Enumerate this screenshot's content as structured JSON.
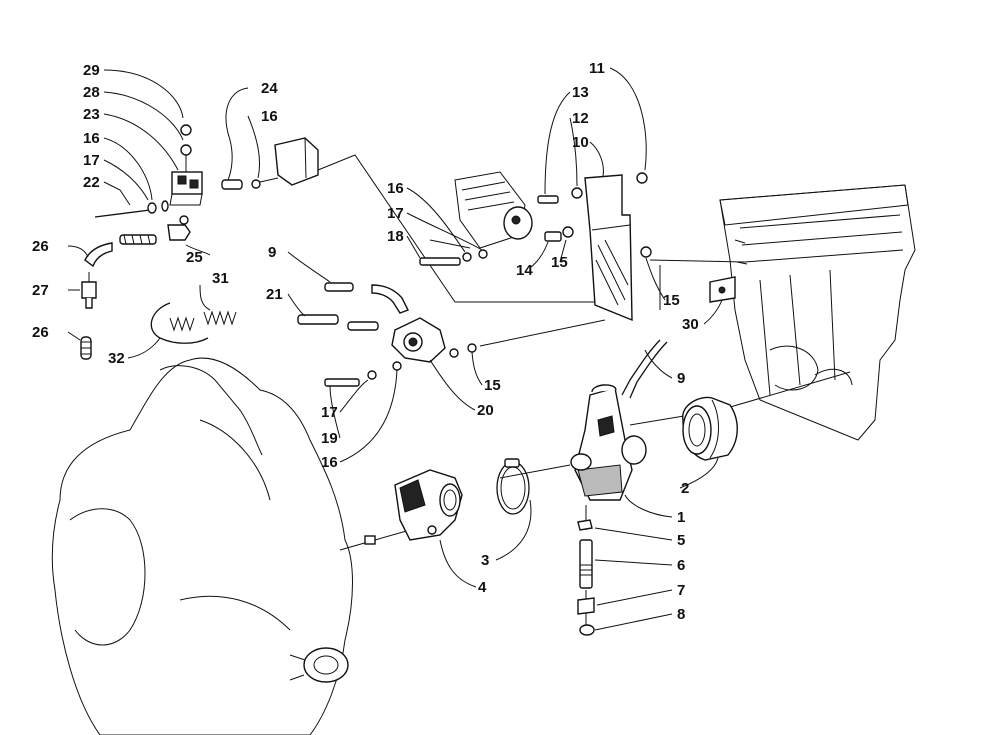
{
  "diagram": {
    "callouts": [
      {
        "id": "c29",
        "text": "29"
      },
      {
        "id": "c28",
        "text": "28"
      },
      {
        "id": "c23",
        "text": "23"
      },
      {
        "id": "c16a",
        "text": "16"
      },
      {
        "id": "c17a",
        "text": "17"
      },
      {
        "id": "c22",
        "text": "22"
      },
      {
        "id": "c24",
        "text": "24"
      },
      {
        "id": "c16b",
        "text": "16"
      },
      {
        "id": "c26a",
        "text": "26"
      },
      {
        "id": "c25",
        "text": "25"
      },
      {
        "id": "c27",
        "text": "27"
      },
      {
        "id": "c31",
        "text": "31"
      },
      {
        "id": "c26b",
        "text": "26"
      },
      {
        "id": "c32",
        "text": "32"
      },
      {
        "id": "c9a",
        "text": "9"
      },
      {
        "id": "c21",
        "text": "21"
      },
      {
        "id": "c16c",
        "text": "16"
      },
      {
        "id": "c17b",
        "text": "17"
      },
      {
        "id": "c18",
        "text": "18"
      },
      {
        "id": "c14",
        "text": "14"
      },
      {
        "id": "c15a",
        "text": "15"
      },
      {
        "id": "c11",
        "text": "11"
      },
      {
        "id": "c13",
        "text": "13"
      },
      {
        "id": "c12",
        "text": "12"
      },
      {
        "id": "c10",
        "text": "10"
      },
      {
        "id": "c15b",
        "text": "15"
      },
      {
        "id": "c30",
        "text": "30"
      },
      {
        "id": "c15c",
        "text": "15"
      },
      {
        "id": "c20",
        "text": "20"
      },
      {
        "id": "c17c",
        "text": "17"
      },
      {
        "id": "c19",
        "text": "19"
      },
      {
        "id": "c16d",
        "text": "16"
      },
      {
        "id": "c9b",
        "text": "9"
      },
      {
        "id": "c2",
        "text": "2"
      },
      {
        "id": "c1",
        "text": "1"
      },
      {
        "id": "c5",
        "text": "5"
      },
      {
        "id": "c6",
        "text": "6"
      },
      {
        "id": "c7",
        "text": "7"
      },
      {
        "id": "c8",
        "text": "8"
      },
      {
        "id": "c3",
        "text": "3"
      },
      {
        "id": "c4",
        "text": "4"
      }
    ]
  }
}
